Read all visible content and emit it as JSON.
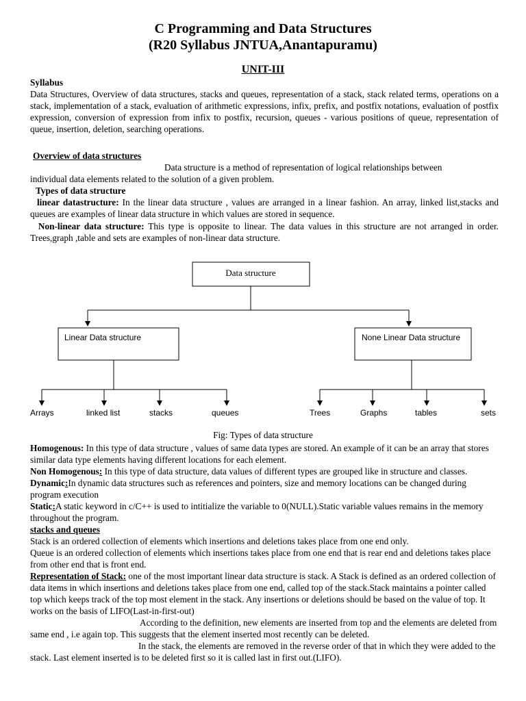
{
  "doc": {
    "title_line1": "C Programming and Data Structures",
    "title_line2": "(R20 Syllabus JNTUA,Anantapuramu)",
    "unit": "UNIT-III"
  },
  "syllabus": {
    "heading": "Syllabus",
    "text": "Data Structures, Overview of data structures, stacks and queues, representation of a  stack,  stack related terms, operations on a stack, implementation of a stack, evaluation of arithmetic expressions, infix, prefix, and postfix notations, evaluation of postfix expression, conversion of expression  from  infix to postfix, recursion, queues - various positions of queue, representation of queue, insertion, deletion, searching operations."
  },
  "overview": {
    "heading": "Overview of data structures",
    "line1": "Data structure is a method of representation of logical relationships between",
    "line2": "individual data elements related to the solution of a given problem.",
    "types_heading": "Types of data structure",
    "linear_label": "linear datastructure:",
    "linear_text": " In the linear data structure , values are arranged in a linear fashion. An array, linked list,stacks and queues are examples of linear data structure in which values are stored in sequence.",
    "nonlinear_label": "Non-linear data structure:",
    "nonlinear_text": " This type is opposite to linear. The data values in this structure are not arranged in order. Trees,graph ,table and sets are examples of non-linear data structure."
  },
  "diagram": {
    "root": "Data structure",
    "linear": "Linear Data structure",
    "nonlinear": "None Linear Data structure",
    "linear_children": [
      "Arrays",
      "linked list",
      "stacks",
      "queues"
    ],
    "nonlinear_children": [
      "Trees",
      "Graphs",
      "tables",
      "sets"
    ],
    "caption": "Fig: Types of data structure"
  },
  "terms": {
    "homo_label": "Homogenous:",
    "homo_text": " In this type of data structure , values of same data types are stored. An example of it can be an array that stores similar data type elements having different locations for each element.",
    "nonhomo_label": "Non Homogenous",
    "nonhomo_colon": ":",
    "nonhomo_text": " In this type of data structure, data values of different types are grouped like in structure and classes.",
    "dynamic_label": "Dynamic",
    "dynamic_colon": ":",
    "dynamic_text": "In dynamic data structures such as references and pointers, size and memory locations can be changed during program execution",
    "static_label": "Static",
    "static_colon": ":",
    "static_text": "A static keyword in c/C++ is used to intitialize the variable to 0(NULL).Static variable values remains in the memory throughout the program."
  },
  "stacks": {
    "heading": "stacks and queues",
    "line1": "Stack is an ordered collection of elements which insertions and deletions takes place from one end only.",
    "line2": "Queue is an ordered collection of elements which insertions takes place from one end that is rear end and deletions takes place from other end that is front end.",
    "rep_label": "Representation of Stack:",
    "rep_text": "  one of the most important linear data structure is stack. A Stack is defined as an ordered collection of data items in which insertions and deletions takes place from one end, called top of the stack.Stack maintains a pointer called top which keeps track of the top most element in the stack. Any insertions or deletions should be based on the value of top. It works on the basis of LIFO(Last-in-first-out)",
    "para2": "According to the definition, new elements are inserted from top and the elements are deleted from same end , i.e again top. This suggests that the element inserted most recently can be deleted.",
    "para3": "In the stack, the elements are removed in the reverse order of that in which they were added to the stack. Last element inserted is to be deleted first so it is called last in first out.(LIFO)."
  }
}
